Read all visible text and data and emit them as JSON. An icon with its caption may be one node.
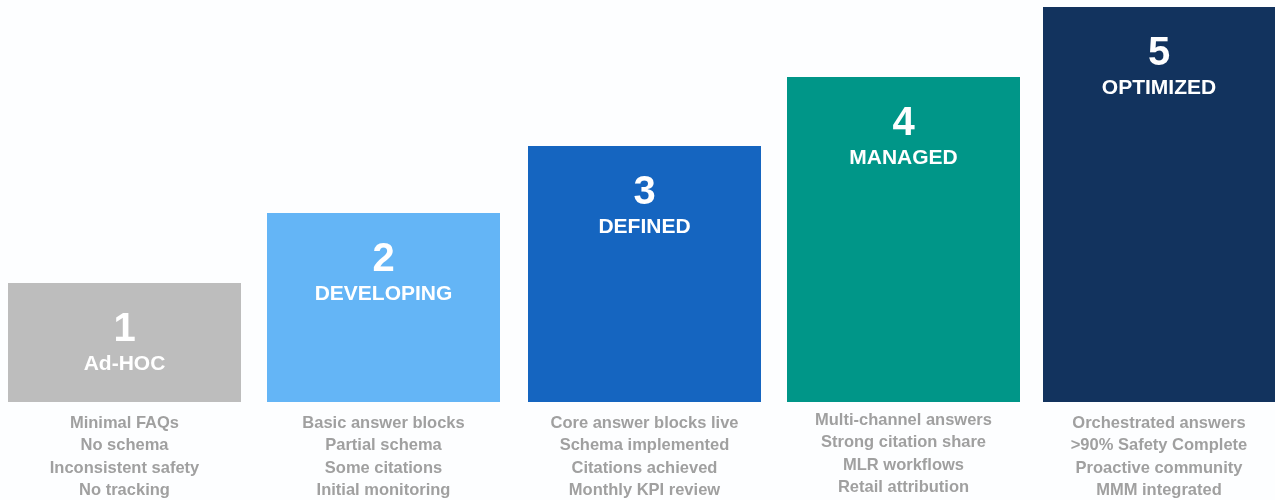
{
  "diagram": {
    "nodes": [
      {
        "text": [
          "1",
          "Ad-HOC"
        ],
        "beside": [
          "Minimal FAQs",
          "No schema",
          "Inconsistent safety",
          "No tracking"
        ]
      },
      {
        "text": [
          "2",
          "DEVELOPING"
        ],
        "beside": [
          "Basic answer blocks",
          "Partial schema",
          "Some citations",
          "Initial monitoring"
        ]
      },
      {
        "text": [
          "3",
          "DEFINED"
        ],
        "beside": [
          "Core answer blocks live",
          "Schema implemented",
          "Citations achieved",
          "Monthly KPI review"
        ]
      },
      {
        "text": [
          "4",
          "MANAGED"
        ],
        "beside": [
          "Multi-channel answers",
          "Strong citation share",
          "MLR workflows",
          "Retail attribution"
        ]
      },
      {
        "text": [
          "5",
          "OPTIMIZED"
        ],
        "beside": [
          "Orchestrated answers",
          ">90% Safety Complete",
          "Proactive community",
          "MMM integrated"
        ]
      }
    ]
  }
}
